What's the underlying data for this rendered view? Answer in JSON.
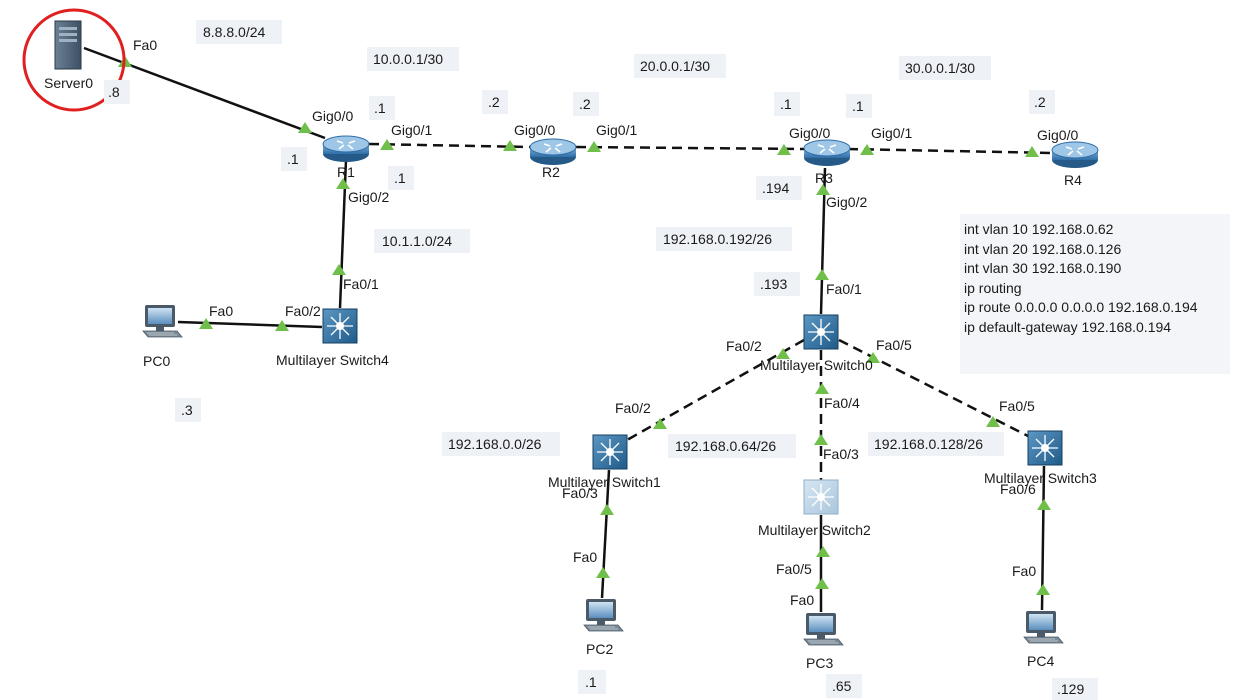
{
  "devices": {
    "server0": {
      "name": "Server0"
    },
    "r1": {
      "name": "R1"
    },
    "r2": {
      "name": "R2"
    },
    "r3": {
      "name": "R3"
    },
    "r4": {
      "name": "R4"
    },
    "pc0": {
      "name": "PC0"
    },
    "pc2": {
      "name": "PC2"
    },
    "pc3": {
      "name": "PC3"
    },
    "pc4": {
      "name": "PC4"
    },
    "mls0": {
      "name": "Multilayer Switch0"
    },
    "mls1": {
      "name": "Multilayer Switch1"
    },
    "mls2": {
      "name": "Multilayer Switch2"
    },
    "mls3": {
      "name": "Multilayer Switch3"
    },
    "mls4": {
      "name": "Multilayer Switch4"
    }
  },
  "ports": {
    "server0_fa0": "Fa0",
    "r1_gig00": "Gig0/0",
    "r1_gig01": "Gig0/1",
    "r1_gig02": "Gig0/2",
    "r2_gig00": "Gig0/0",
    "r2_gig01": "Gig0/1",
    "r3_gig00": "Gig0/0",
    "r3_gig01": "Gig0/1",
    "r3_gig02": "Gig0/2",
    "r4_gig00": "Gig0/0",
    "mls4_fa01": "Fa0/1",
    "mls4_fa02": "Fa0/2",
    "pc0_fa0": "Fa0",
    "mls0_fa01": "Fa0/1",
    "mls0_fa02": "Fa0/2",
    "mls0_fa04": "Fa0/4",
    "mls0_fa05": "Fa0/5",
    "mls1_fa02": "Fa0/2",
    "mls1_fa03": "Fa0/3",
    "pc2_fa0": "Fa0",
    "mls2_fa03": "Fa0/3",
    "mls2_fa05": "Fa0/5",
    "pc3_fa0": "Fa0",
    "mls3_fa05": "Fa0/5",
    "mls3_fa06": "Fa0/6",
    "pc4_fa0": "Fa0"
  },
  "addresses": {
    "server0": ".8",
    "r1_gig00": ".1",
    "r1_gig01": ".1",
    "r1_gig02": ".1",
    "r1_left": ".1",
    "r2_left": ".2",
    "r2_right": ".2",
    "r3_left": ".1",
    "r3_right": ".1",
    "r3_gig02": ".194",
    "r4": ".2",
    "pc0": ".3",
    "mls0_fa01": ".193",
    "pc2": ".1",
    "pc3": ".65",
    "pc4": ".129"
  },
  "networks": {
    "n8": "8.8.8.0/24",
    "n10": "10.0.0.1/30",
    "n20": "20.0.0.1/30",
    "n30": "30.0.0.1/30",
    "n101": "10.1.1.0/24",
    "n192_192": "192.168.0.192/26",
    "n192_0": "192.168.0.0/26",
    "n192_64": "192.168.0.64/26",
    "n192_128": "192.168.0.128/26"
  },
  "note": {
    "lines": [
      "int vlan 10 192.168.0.62",
      "int vlan 20 192.168.0.126",
      "int vlan 30 192.168.0.190",
      "ip routing",
      "ip route 0.0.0.0 0.0.0.0 192.168.0.194",
      "ip default-gateway 192.168.0.194"
    ]
  },
  "colors": {
    "link": "#111111",
    "port_arrow": "#6fbf4a",
    "highlight_circle": "#e02020",
    "router_blue": "#3d7fb8",
    "switch_blue": "#2f6e9e",
    "label_bg": "#eef1f5"
  }
}
